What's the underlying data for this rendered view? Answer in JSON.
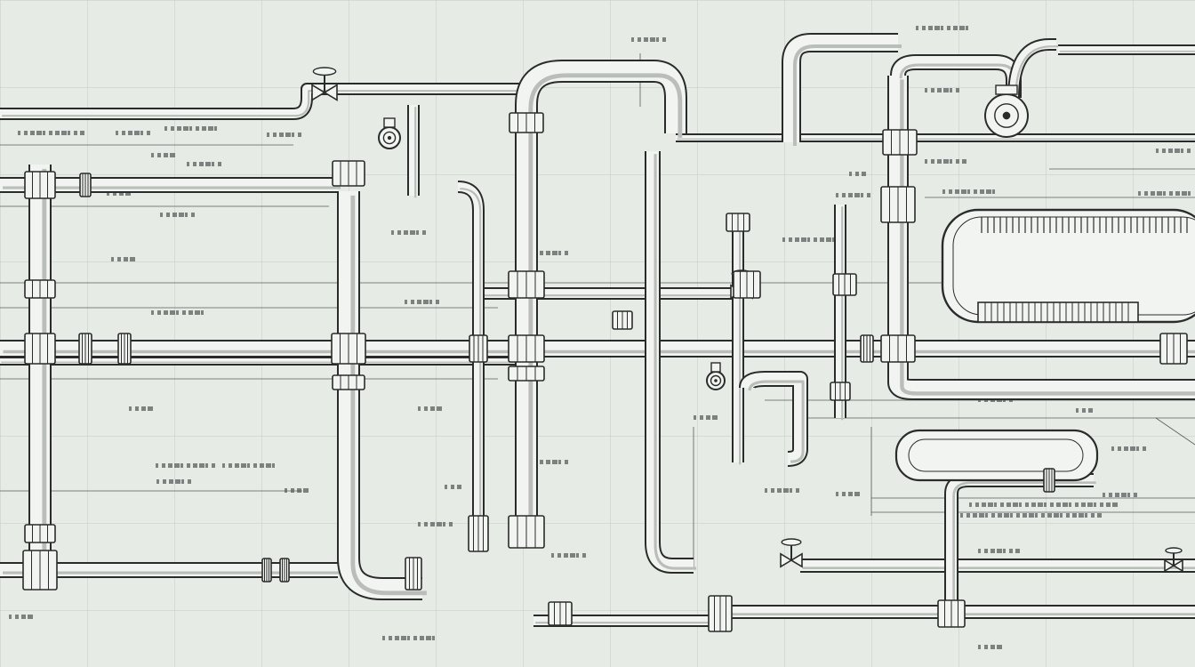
{
  "diagram": {
    "type": "piping-schematic-illustration",
    "style": "monochrome technical blueprint",
    "printed_text": [],
    "colors": {
      "paper": "#e7ebe6",
      "grid": "#c9cfc9",
      "pipe_fill": "#f2f4f1",
      "pipe_shade": "#b9beb8",
      "ink": "#2a2c2b",
      "annotation": "#5a5e5c"
    },
    "components": [
      {
        "id": "header-top",
        "kind": "pipe-run"
      },
      {
        "id": "header-upper",
        "kind": "pipe-run"
      },
      {
        "id": "header-main",
        "kind": "pipe-run"
      },
      {
        "id": "header-bottom",
        "kind": "pipe-run"
      },
      {
        "id": "header-lower-right",
        "kind": "pipe-run"
      },
      {
        "id": "riser-left",
        "kind": "pipe-run"
      },
      {
        "id": "riser-center-left",
        "kind": "pipe-run"
      },
      {
        "id": "loop-center",
        "kind": "pipe-loop"
      },
      {
        "id": "riser-center-right",
        "kind": "pipe-run"
      },
      {
        "id": "manifold-top-right",
        "kind": "pipe-run"
      },
      {
        "id": "tank-right",
        "kind": "vessel"
      },
      {
        "id": "loop-bottom-right",
        "kind": "pipe-loop"
      },
      {
        "id": "pump-top-right",
        "kind": "pump"
      },
      {
        "id": "pump-center",
        "kind": "pump"
      },
      {
        "id": "valve-left",
        "kind": "valve"
      },
      {
        "id": "valve-center",
        "kind": "valve"
      },
      {
        "id": "valve-bottom",
        "kind": "valve"
      }
    ]
  }
}
